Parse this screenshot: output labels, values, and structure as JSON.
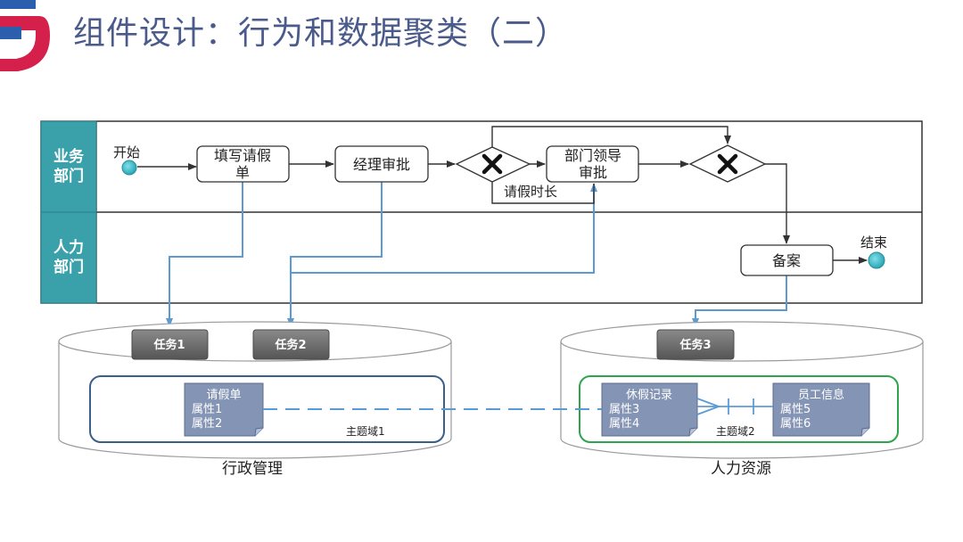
{
  "slide": {
    "title": "组件设计：行为和数据聚类（二）"
  },
  "lanes": [
    {
      "label_line1": "业务",
      "label_line2": "部门"
    },
    {
      "label_line1": "人力",
      "label_line2": "部门"
    }
  ],
  "process": {
    "start_label": "开始",
    "end_label": "结束",
    "fill_form": {
      "line1": "填写请假",
      "line2": "单"
    },
    "manager_approval": "经理审批",
    "dept_leader_approval": {
      "line1": "部门领导",
      "line2": "审批"
    },
    "condition_label": "请假时长",
    "archive": "备案"
  },
  "databases": [
    {
      "caption": "行政管理",
      "tasks": [
        "任务1",
        "任务2"
      ],
      "domain_label": "主题域1",
      "entities": [
        {
          "name": "请假单",
          "attributes": [
            "属性1",
            "属性2"
          ]
        }
      ]
    },
    {
      "caption": "人力资源",
      "tasks": [
        "任务3"
      ],
      "domain_label": "主题域2",
      "entities": [
        {
          "name": "休假记录",
          "attributes": [
            "属性3",
            "属性4"
          ]
        },
        {
          "name": "员工信息",
          "attributes": [
            "属性5",
            "属性6"
          ]
        }
      ]
    }
  ],
  "colors": {
    "title": "#4a5a8a",
    "lane_header": "#3aa0aa",
    "link_line": "#5b9bd5",
    "task_box": "#6a6a6a",
    "entity_box": "#8494b4",
    "domain1_border": "#3a5f8a",
    "domain2_border": "#2ea44f",
    "event_circle": "#3fb8c6",
    "logo_red": "#d4204a",
    "logo_blue": "#2b5fae"
  }
}
